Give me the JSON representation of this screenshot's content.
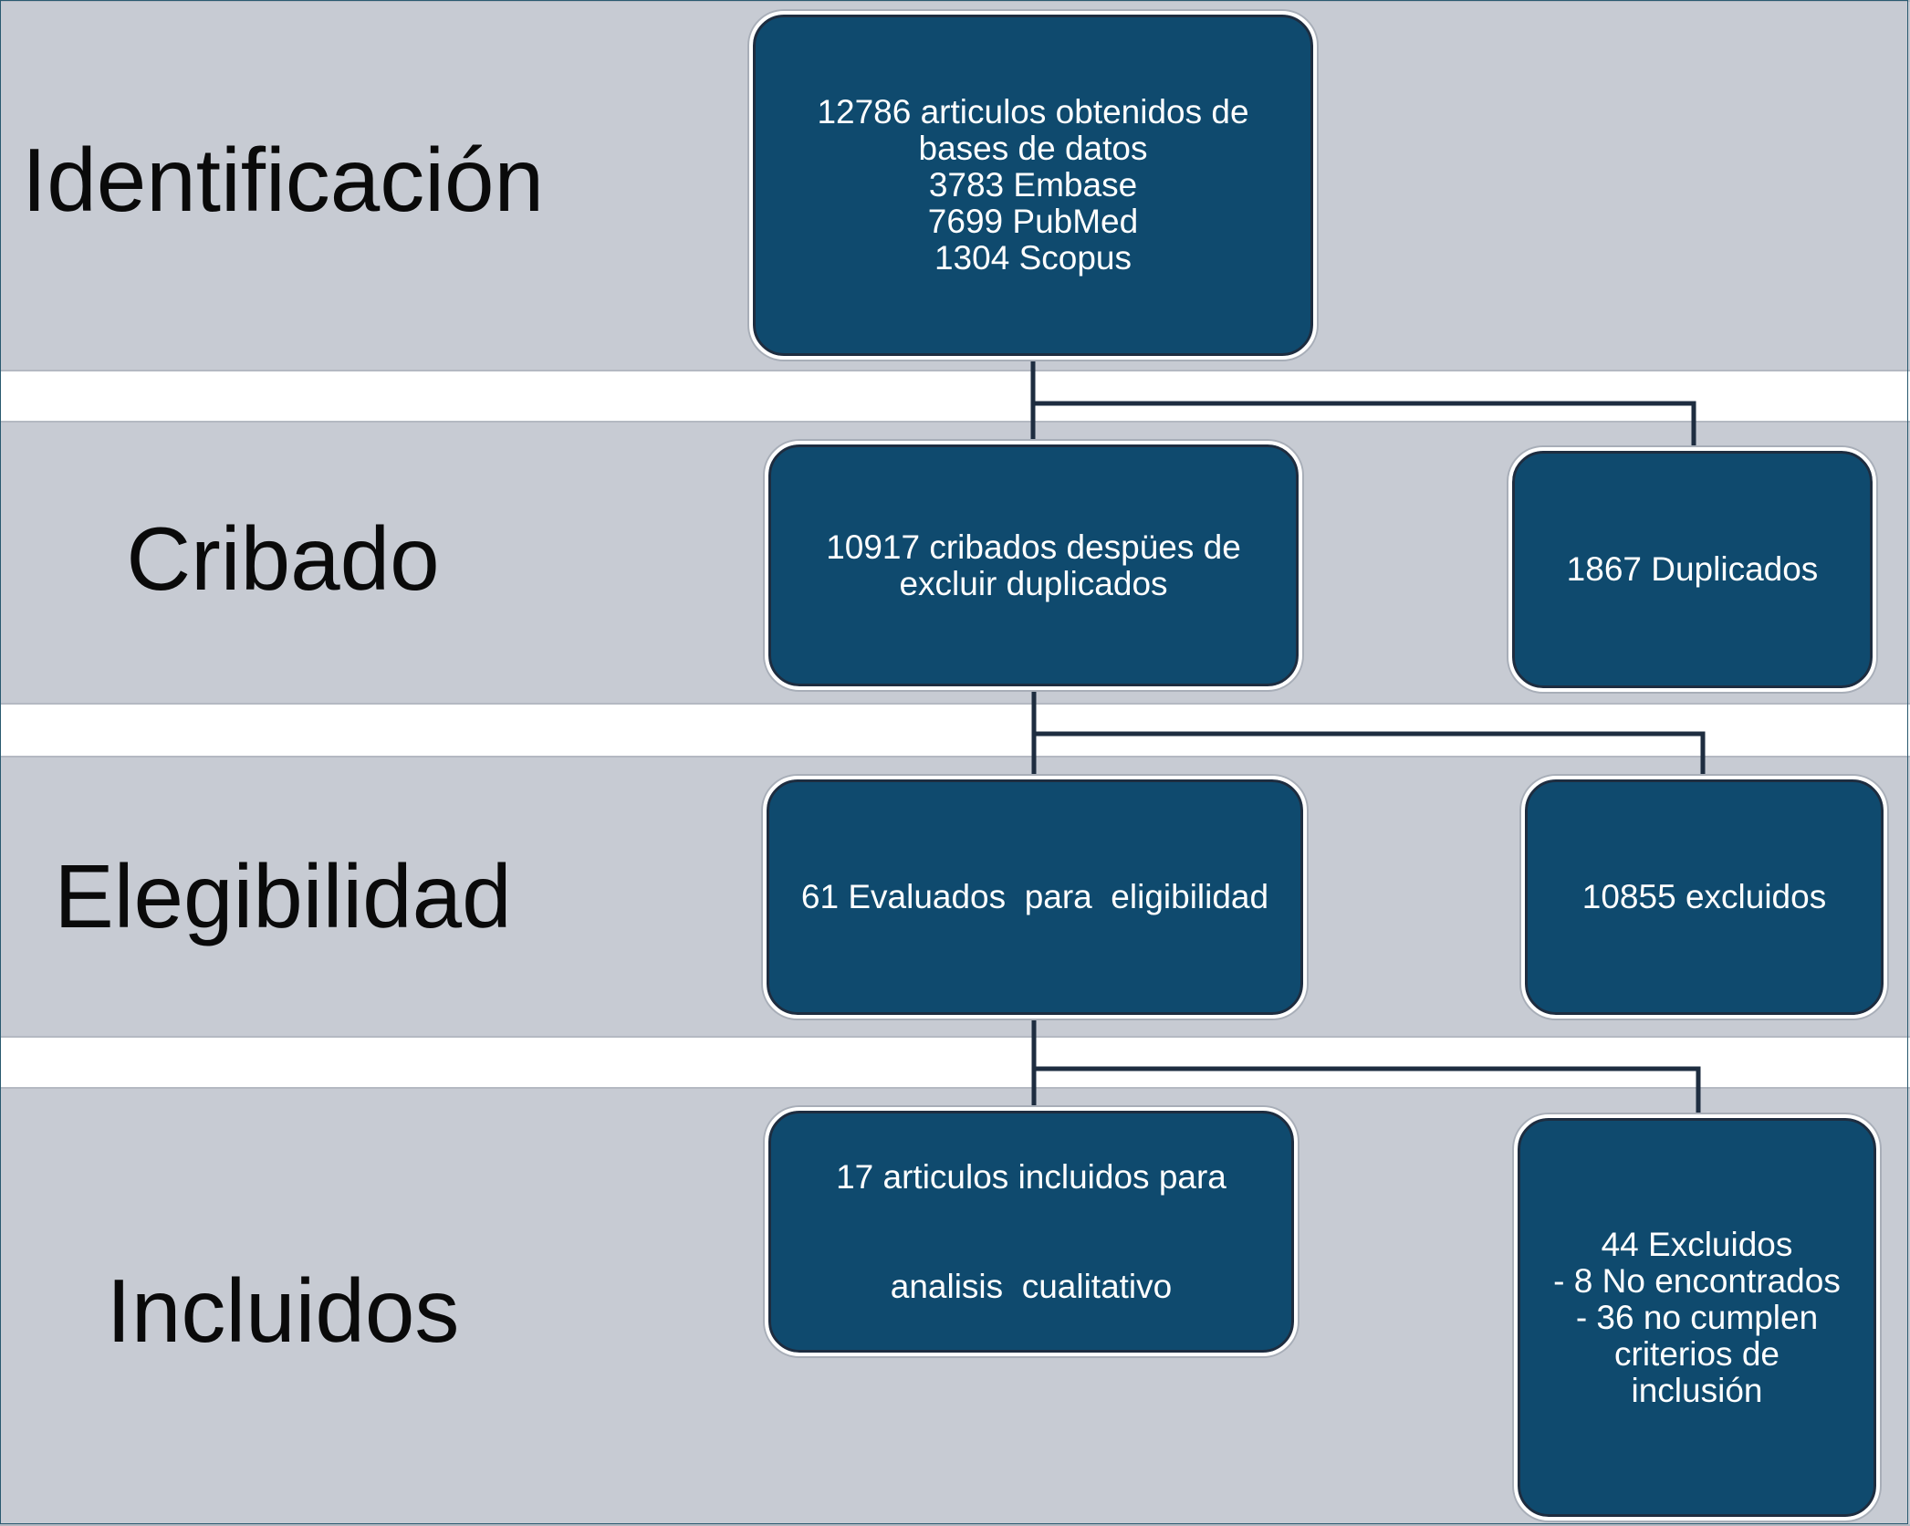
{
  "stages": {
    "identification": "Identificación",
    "screening": "Cribado",
    "eligibility": "Elegibilidad",
    "included": "Incluidos"
  },
  "boxes": {
    "identified": [
      "12786 articulos obtenidos de",
      "bases de datos",
      "3783 Embase",
      "7699 PubMed",
      "1304 Scopus"
    ],
    "screened": [
      "10917 cribados despües de",
      "excluir duplicados"
    ],
    "duplicates": [
      "1867 Duplicados"
    ],
    "assessed": [
      "61 Evaluados  para  eligibilidad"
    ],
    "excluded_screening": [
      "10855 excluidos"
    ],
    "included": [
      "17 articulos incluidos para",
      "analisis  cualitativo"
    ],
    "excluded_full_text": [
      "44 Excluidos",
      "- 8 No encontrados",
      "- 36 no cumplen",
      "criterios de",
      "inclusión"
    ]
  },
  "colors": {
    "band": "#c7cbd3",
    "box": "#0f4a6e",
    "connector": "#1e2d40"
  }
}
